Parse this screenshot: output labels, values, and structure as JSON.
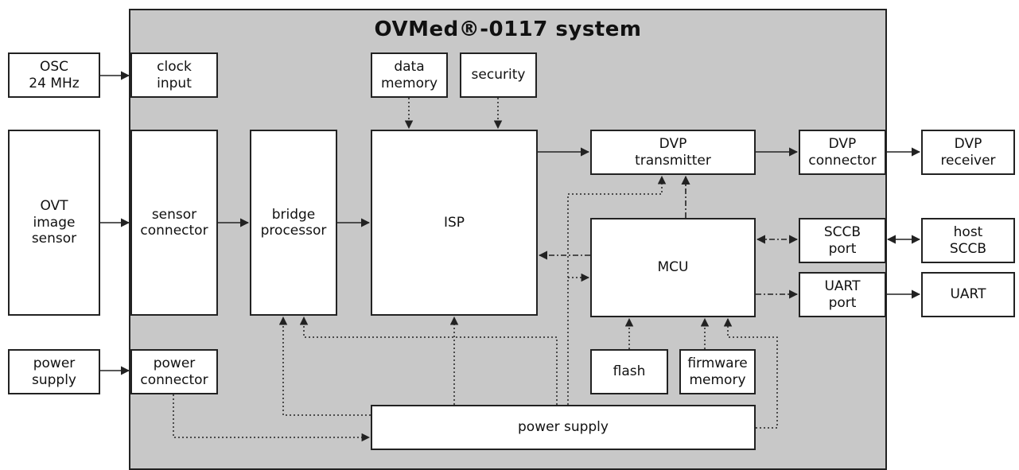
{
  "system": {
    "title": "OVMed®-0117 system"
  },
  "external": {
    "osc": "OSC\n24 MHz",
    "image_sensor": "OVT\nimage\nsensor",
    "power_supply": "power\nsupply",
    "dvp_receiver": "DVP\nreceiver",
    "host_sccb": "host\nSCCB",
    "uart": "UART"
  },
  "blocks": {
    "clock_input": "clock\ninput",
    "data_memory": "data\nmemory",
    "security": "security",
    "sensor_connector": "sensor\nconnector",
    "bridge_processor": "bridge\nprocessor",
    "isp": "ISP",
    "dvp_transmitter": "DVP\ntransmitter",
    "dvp_connector": "DVP\nconnector",
    "mcu": "MCU",
    "sccb_port": "SCCB\nport",
    "uart_port": "UART\nport",
    "flash": "flash",
    "firmware_memory": "firmware\nmemory",
    "power_connector": "power\nconnector",
    "power_supply_internal": "power supply"
  }
}
